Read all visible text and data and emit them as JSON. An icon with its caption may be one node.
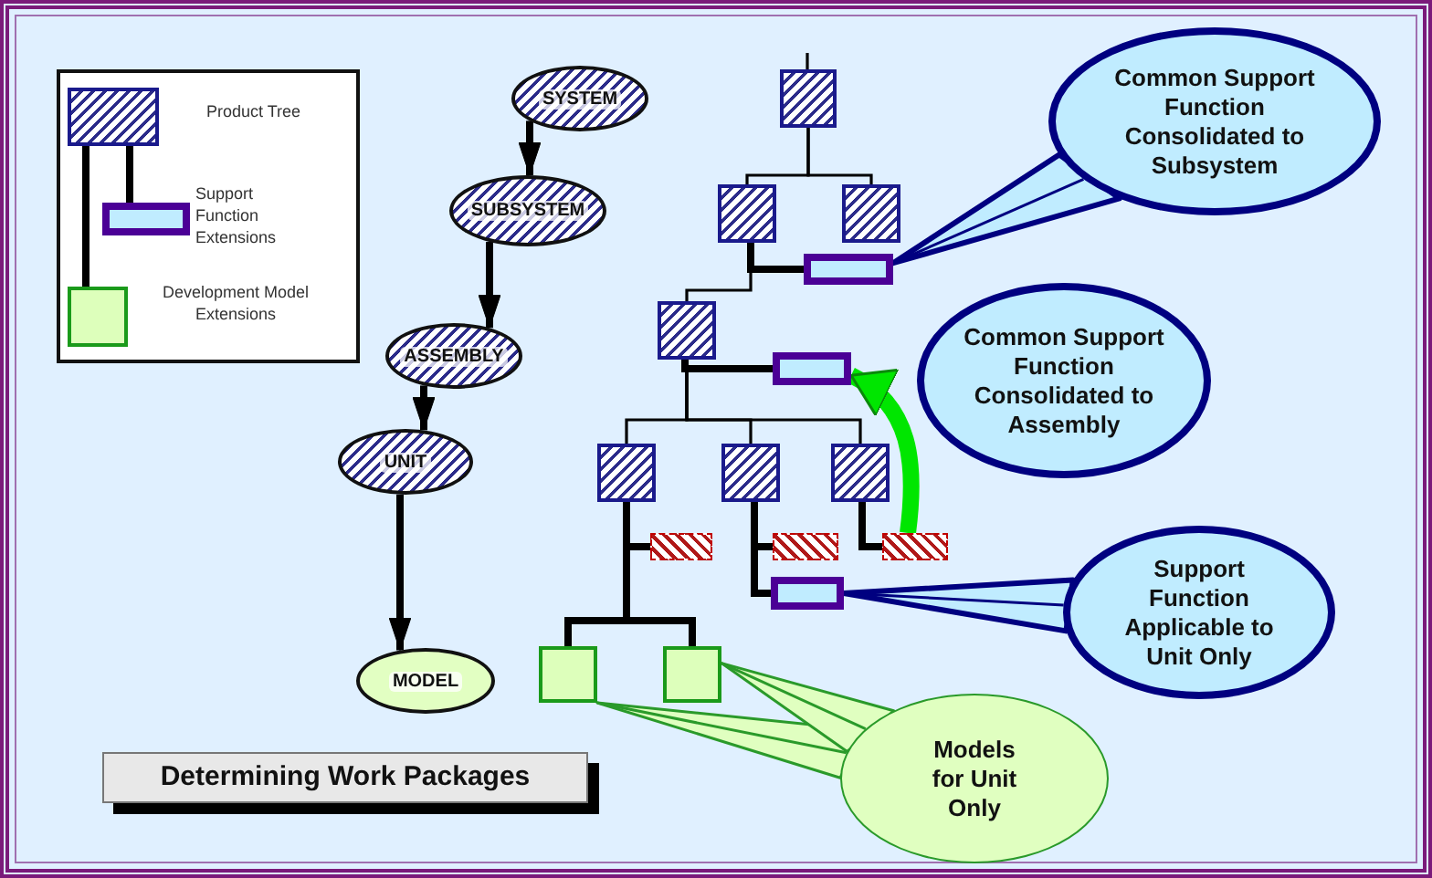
{
  "diagram": {
    "title": "Determining Work Packages",
    "nodes": [
      {
        "text": [
          "SYSTEM"
        ]
      },
      {
        "text": [
          "SUBSYSTEM"
        ]
      },
      {
        "text": [
          "ASSEMBLY"
        ]
      },
      {
        "text": [
          "UNIT"
        ]
      },
      {
        "text": [
          "MODEL"
        ]
      },
      {
        "text": [],
        "shape": "box"
      },
      {
        "text": [],
        "shape": "box"
      },
      {
        "text": [],
        "shape": "box"
      },
      {
        "text": [],
        "shape": "box"
      },
      {
        "text": [],
        "shape": "box"
      },
      {
        "text": [],
        "shape": "box"
      },
      {
        "text": [],
        "shape": "box"
      },
      {
        "text": [],
        "shape": "box"
      },
      {
        "text": [],
        "shape": "box"
      },
      {
        "text": [],
        "shape": "box"
      },
      {
        "text": [],
        "shape": "box"
      },
      {
        "text": [],
        "shape": "box"
      },
      {
        "text": [],
        "shape": "box"
      },
      {
        "text": [],
        "shape": "box"
      },
      {
        "text": [],
        "shape": "box"
      },
      {
        "text": [
          "Common Support Function Consolidated to Subsystem"
        ]
      },
      {
        "text": [
          "Common Support Function Consolidated to Assembly"
        ]
      },
      {
        "text": [
          "Support Function Applicable to Unit Only"
        ]
      },
      {
        "text": [
          "Models for Unit Only"
        ]
      },
      {
        "text": [],
        "shape": "box"
      },
      {
        "text": [],
        "shape": "box"
      },
      {
        "text": [],
        "shape": "box"
      }
    ],
    "edges": [
      {
        "from": null,
        "to": 5,
        "arrow": "none"
      },
      {
        "from": 5,
        "to": 6,
        "arrow": "none"
      },
      {
        "from": 5,
        "to": 7,
        "arrow": "none"
      },
      {
        "from": 6,
        "to": 8,
        "arrow": "none"
      },
      {
        "from": 6,
        "to": 9,
        "arrow": "none"
      },
      {
        "from": 9,
        "to": 10,
        "arrow": "none"
      },
      {
        "from": 9,
        "to": 11,
        "arrow": "none"
      },
      {
        "from": 9,
        "to": 12,
        "arrow": "none"
      },
      {
        "from": 9,
        "to": 13,
        "arrow": "none"
      },
      {
        "from": 11,
        "to": 14,
        "arrow": "none"
      },
      {
        "from": 11,
        "to": 18,
        "arrow": "none"
      },
      {
        "from": 11,
        "to": 19,
        "arrow": "none"
      },
      {
        "from": 12,
        "to": 15,
        "arrow": "none"
      },
      {
        "from": 12,
        "to": 17,
        "arrow": "none"
      },
      {
        "from": 13,
        "to": 16,
        "arrow": "none"
      },
      {
        "from": 0,
        "to": 1,
        "arrow": "to"
      },
      {
        "from": 1,
        "to": 2,
        "arrow": "to"
      },
      {
        "from": 2,
        "to": 3,
        "arrow": "to"
      },
      {
        "from": 3,
        "to": 4,
        "arrow": "to"
      },
      {
        "from": 20,
        "to": 8,
        "arrow": "none",
        "color": "#000080"
      },
      {
        "from": 22,
        "to": 17,
        "arrow": "none",
        "color": "#000080"
      },
      {
        "from": 23,
        "to": 18,
        "arrow": "none",
        "color": "#2a9a2a"
      },
      {
        "from": 23,
        "to": 19,
        "arrow": "none",
        "color": "#2a9a2a"
      },
      {
        "from": 16,
        "to": 10,
        "arrow": "to",
        "style": "thick",
        "color": "#00e600"
      },
      {
        "from": 24,
        "to": 25,
        "arrow": "none"
      },
      {
        "from": 24,
        "to": 26,
        "arrow": "none"
      }
    ],
    "legend": [
      {
        "text": "Product Tree"
      },
      {
        "text": "Support Function Extensions"
      },
      {
        "text": "Development Model Extensions"
      }
    ]
  }
}
